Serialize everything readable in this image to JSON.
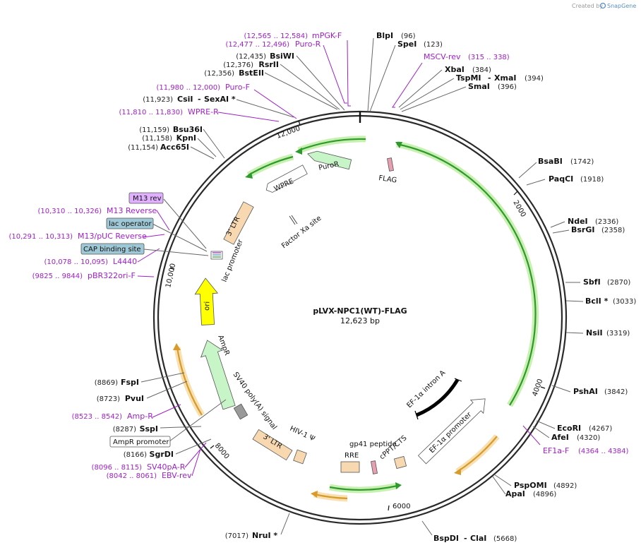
{
  "credit": {
    "prefix": "Created by",
    "brand": "SnapGene",
    "icon": "snapgene-logo-icon"
  },
  "plasmid": {
    "name": "pLVX-NPC1(WT)-FLAG",
    "length_label": "12,623 bp"
  },
  "ticks": [
    "2000",
    "4000",
    "6000",
    "8000",
    "10,000",
    "12,000"
  ],
  "enzymes": [
    {
      "name": "BlpI",
      "pos": "(96)"
    },
    {
      "name": "SpeI",
      "pos": "(123)"
    },
    {
      "name": "XbaI",
      "pos": "(384)"
    },
    {
      "name": "TspMI",
      "sep": "-",
      "name2": "XmaI",
      "pos": "(394)"
    },
    {
      "name": "SmaI",
      "pos": "(396)"
    },
    {
      "name": "BsaBI",
      "pos": "(1742)"
    },
    {
      "name": "PaqCI",
      "pos": "(1918)"
    },
    {
      "name": "NdeI",
      "pos": "(2336)"
    },
    {
      "name": "BsrGI",
      "pos": "(2358)"
    },
    {
      "name": "SbfI",
      "pos": "(2870)"
    },
    {
      "name": "BclI *",
      "pos": "(3033)"
    },
    {
      "name": "NsiI",
      "pos": "(3319)"
    },
    {
      "name": "PshAI",
      "pos": "(3842)"
    },
    {
      "name": "EcoRI",
      "pos": "(4267)"
    },
    {
      "name": "AfeI",
      "pos": "(4320)"
    },
    {
      "name": "PspOMI",
      "pos": "(4892)"
    },
    {
      "name": "ApaI",
      "pos": "(4896)"
    },
    {
      "name": "BspDI",
      "sep": "-",
      "name2": "ClaI",
      "pos": "(5668)"
    },
    {
      "name": "NruI *",
      "pos": "(7017)"
    },
    {
      "name": "SgrDI",
      "pos": "(8166)"
    },
    {
      "name": "SspI",
      "pos": "(8287)"
    },
    {
      "name": "PvuI",
      "pos": "(8723)"
    },
    {
      "name": "FspI",
      "pos": "(8869)"
    },
    {
      "name": "Acc65I",
      "pos": "(11,154)"
    },
    {
      "name": "KpnI",
      "pos": "(11,158)"
    },
    {
      "name": "Bsu36I",
      "pos": "(11,159)"
    },
    {
      "name": "CsiI",
      "sep": "-",
      "name2": "SexAI *",
      "pos": "(11,923)"
    },
    {
      "name": "BstEII",
      "pos": "(12,356)"
    },
    {
      "name": "RsrII",
      "pos": "(12,376)"
    },
    {
      "name": "BsiWI",
      "pos": "(12,435)"
    }
  ],
  "primers": [
    {
      "name": "mPGK-F",
      "pos": "(12,565 .. 12,584)"
    },
    {
      "name": "Puro-R",
      "pos": "(12,477 .. 12,496)"
    },
    {
      "name": "MSCV-rev",
      "pos": "(315 .. 338)"
    },
    {
      "name": "Puro-F",
      "pos": "(11,980 .. 12,000)"
    },
    {
      "name": "WPRE-R",
      "pos": "(11,810 .. 11,830)"
    },
    {
      "name": "M13 Reverse",
      "pos": "(10,310 .. 10,326)"
    },
    {
      "name": "M13/pUC Reverse",
      "pos": "(10,291 .. 10,313)"
    },
    {
      "name": "L4440",
      "pos": "(10,078 .. 10,095)"
    },
    {
      "name": "pBR322ori-F",
      "pos": "(9825 .. 9844)"
    },
    {
      "name": "EF1a-F",
      "pos": "(4364 .. 4384)"
    },
    {
      "name": "Amp-R",
      "pos": "(8523 .. 8542)"
    },
    {
      "name": "SV40pA-R",
      "pos": "(8096 .. 8115)"
    },
    {
      "name": "EBV-rev",
      "pos": "(8042 .. 8061)"
    }
  ],
  "boxed_labels": [
    {
      "name": "M13 rev",
      "color": "#e0b0ff"
    },
    {
      "name": "lac operator",
      "color": "#9fc8d6"
    },
    {
      "name": "CAP binding site",
      "color": "#9fc8d6"
    },
    {
      "name": "AmpR promoter",
      "color": "#ffffff"
    }
  ],
  "features": [
    {
      "name": "FLAG",
      "color": "#e8a0b0"
    },
    {
      "name": "PuroR",
      "color": "#c8f5c8"
    },
    {
      "name": "WPRE",
      "color": "#ffffff"
    },
    {
      "name": "3' LTR",
      "color": "#f8d8b0"
    },
    {
      "name": "Factor Xa site",
      "color": "#ffffff"
    },
    {
      "name": "lac promoter",
      "color": "#ffffff"
    },
    {
      "name": "ori",
      "color": "#ffff00"
    },
    {
      "name": "AmpR",
      "color": "#c8f5c8"
    },
    {
      "name": "SV40 poly(A) signal",
      "color": "#9a9a9a"
    },
    {
      "name": "3' LTR",
      "color": "#f8d8b0"
    },
    {
      "name": "HIV-1 Ψ",
      "color": "#f8d8b0"
    },
    {
      "name": "RRE",
      "color": "#f8d8b0"
    },
    {
      "name": "gp41 peptide",
      "color": "#e8a0b0"
    },
    {
      "name": "cPPT/CTS",
      "color": "#f8d8b0"
    },
    {
      "name": "EF-1α promoter",
      "color": "#ffffff"
    },
    {
      "name": "EF-1α intron A",
      "color": "#000000"
    }
  ],
  "colors": {
    "backbone": "#2a2a2a",
    "orf_green": "#2e9a2e",
    "orf_glow": "#c8f0b0",
    "orange": "#d89a2a",
    "orange_glow": "#f8e0b0",
    "primer": "#a020c8"
  }
}
